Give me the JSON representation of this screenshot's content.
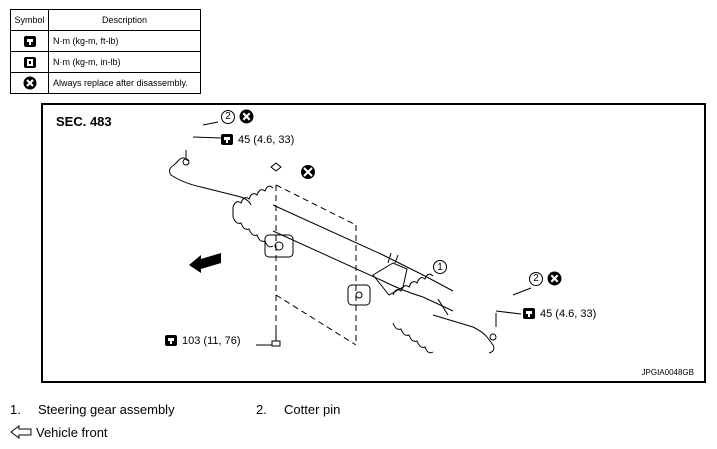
{
  "legend": {
    "header_symbol": "Symbol",
    "header_description": "Description",
    "rows": [
      {
        "icon": "torque-wrench-icon",
        "description": "N·m (kg-m, ft-lb)"
      },
      {
        "icon": "torque-wrench-small-icon",
        "description": "N·m (kg-m, in-lb)"
      },
      {
        "icon": "always-replace-icon",
        "description": "Always replace after disassembly."
      }
    ]
  },
  "diagram": {
    "section": "SEC. 483",
    "image_code": "JPGIA0048GB",
    "torque_top": "45 (4.6, 33)",
    "torque_right": "45 (4.6, 33)",
    "torque_bottom": "103 (11, 76)",
    "marker_1": "1",
    "marker_2_top": "2",
    "marker_2_right": "2"
  },
  "captions": {
    "item1_num": "1.",
    "item1_label": "Steering gear assembly",
    "item2_num": "2.",
    "item2_label": "Cotter pin",
    "vehicle_front": "Vehicle front"
  },
  "colors": {
    "line": "#000000",
    "background": "#ffffff"
  }
}
